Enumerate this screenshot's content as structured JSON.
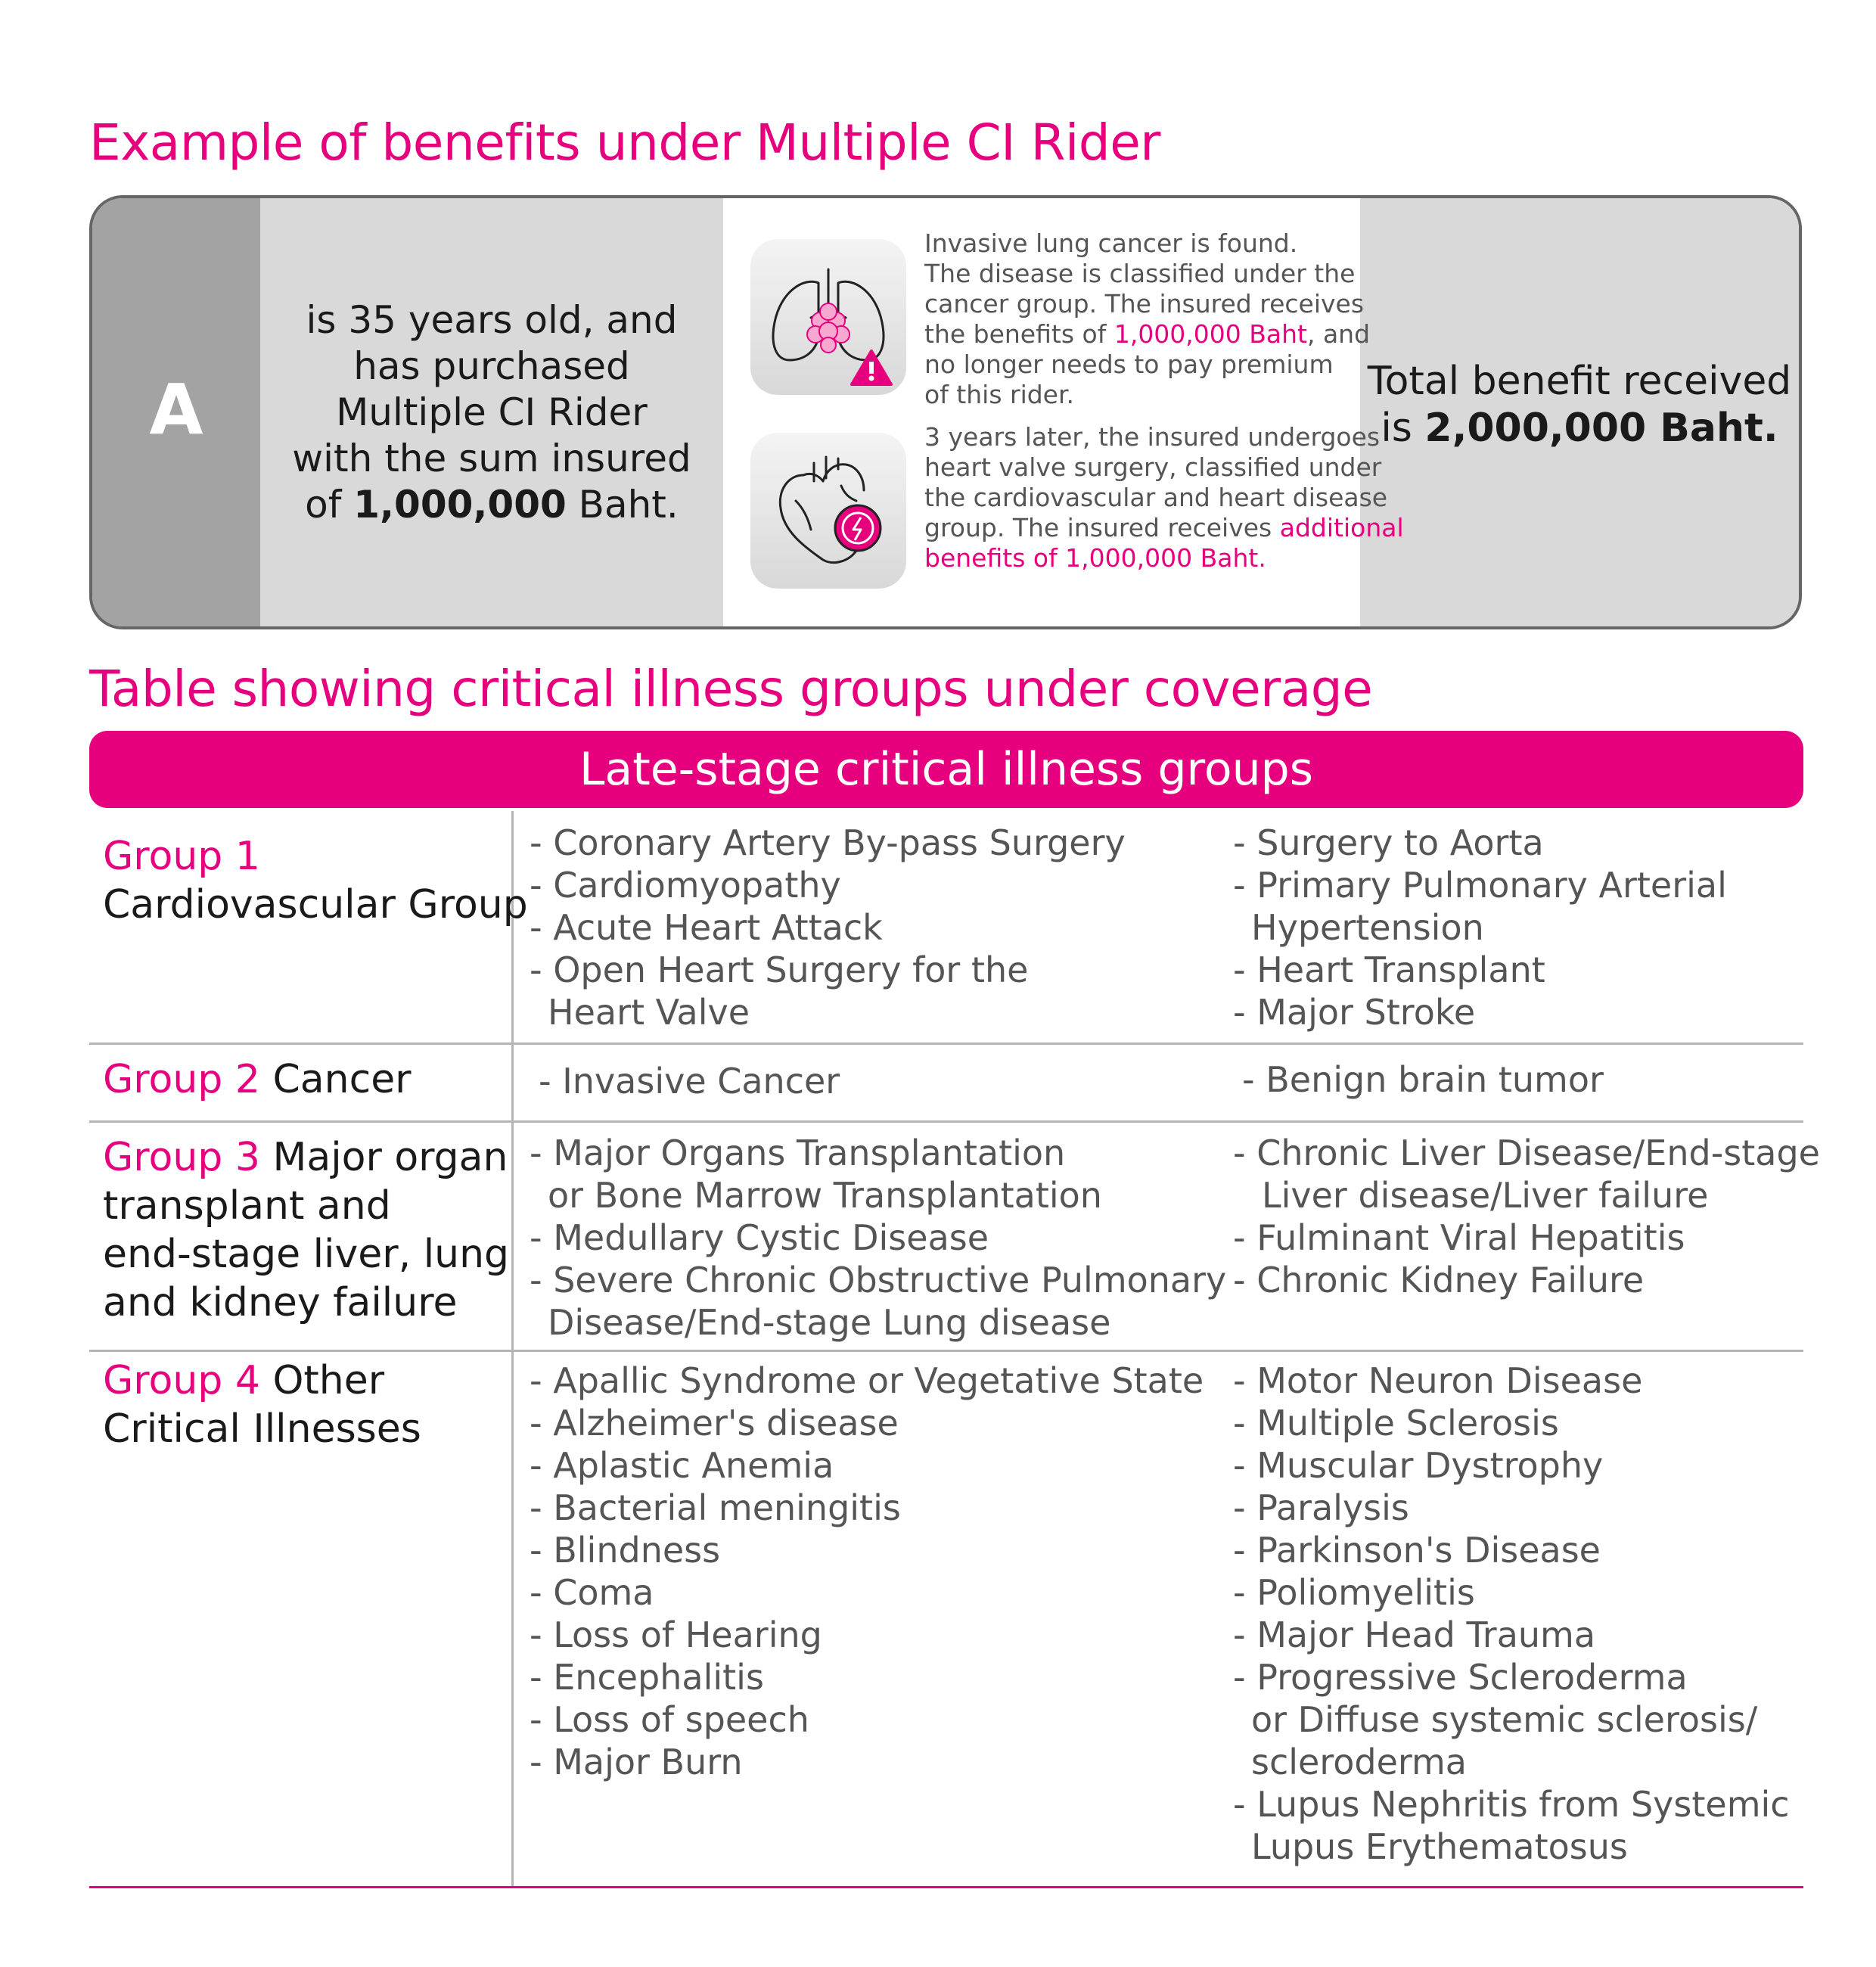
{
  "titles": {
    "example": "Example of benefits under Multiple CI Rider",
    "table": "Table showing critical illness groups under coverage"
  },
  "example": {
    "letter": "A",
    "description": {
      "line1": "is 35 years old, and",
      "line2": "has purchased",
      "line3": "Multiple CI Rider",
      "line4": "with the sum insured",
      "line5_pre": "of ",
      "line5_bold": "1,000,000",
      "line5_post": " Baht."
    },
    "event1": {
      "icon": "lung-cancer-warning-icon",
      "l1": "Invasive lung cancer is found.",
      "l2": "The disease is classified under the",
      "l3": "cancer group. The insured receives",
      "l4_pre": "the benefits of ",
      "l4_pink": "1,000,000 Baht",
      "l4_post": ", and",
      "l5": "no longer needs to pay premium",
      "l6": "of this rider."
    },
    "event2": {
      "icon": "heart-surgery-icon",
      "l1": "3 years later, the insured undergoes",
      "l2": "heart valve surgery, classified under",
      "l3": "the cardiovascular and heart disease",
      "l4_pre": "group. The insured receives ",
      "l4_pink": "additional",
      "l5_pink": "benefits of 1,000,000 Baht."
    },
    "total": {
      "line1": "Total benefit received",
      "line2_pre": "is ",
      "line2_bold": "2,000,000 Baht."
    }
  },
  "table": {
    "header": "Late-stage critical illness groups",
    "groups": [
      {
        "label": "Group 1",
        "name_lines": [
          "Cardiovascular Group"
        ],
        "col1": [
          "- Coronary Artery By-pass Surgery",
          "- Cardiomyopathy",
          "- Acute Heart Attack",
          "- Open Heart Surgery for the",
          "Heart Valve"
        ],
        "col2": [
          "- Surgery to Aorta",
          "- Primary Pulmonary Arterial",
          "Hypertension",
          "- Heart Transplant",
          "- Major Stroke"
        ]
      },
      {
        "label": "Group 2",
        "name_inline": " Cancer",
        "col1": [
          "- Invasive Cancer"
        ],
        "col2": [
          "- Benign brain tumor"
        ]
      },
      {
        "label": "Group 3",
        "name_inline": " Major organ",
        "name_lines": [
          "transplant and",
          "end-stage liver, lung",
          "and kidney failure"
        ],
        "col1": [
          "- Major Organs Transplantation",
          "or Bone Marrow Transplantation",
          "- Medullary Cystic Disease",
          "- Severe Chronic Obstructive Pulmonary",
          "Disease/End-stage Lung disease"
        ],
        "col2": [
          "- Chronic Liver Disease/End-stage",
          "Liver disease/Liver failure",
          "- Fulminant Viral Hepatitis",
          "- Chronic Kidney Failure"
        ]
      },
      {
        "label": "Group 4",
        "name_inline": " Other",
        "name_lines": [
          "Critical Illnesses"
        ],
        "col1": [
          "- Apallic Syndrome or Vegetative State",
          "- Alzheimer's disease",
          "- Aplastic Anemia",
          "- Bacterial meningitis",
          "- Blindness",
          "- Coma",
          "- Loss of Hearing",
          "- Encephalitis",
          "- Loss of speech",
          "- Major Burn"
        ],
        "col2": [
          "- Motor Neuron Disease",
          "- Multiple Sclerosis",
          "- Muscular Dystrophy",
          "- Paralysis",
          "- Parkinson's Disease",
          "- Poliomyelitis",
          "- Major Head Trauma",
          "- Progressive Scleroderma",
          "or Diffuse systemic sclerosis/",
          "scleroderma",
          "- Lupus Nephritis from Systemic",
          "Lupus Erythematosus"
        ]
      }
    ]
  }
}
